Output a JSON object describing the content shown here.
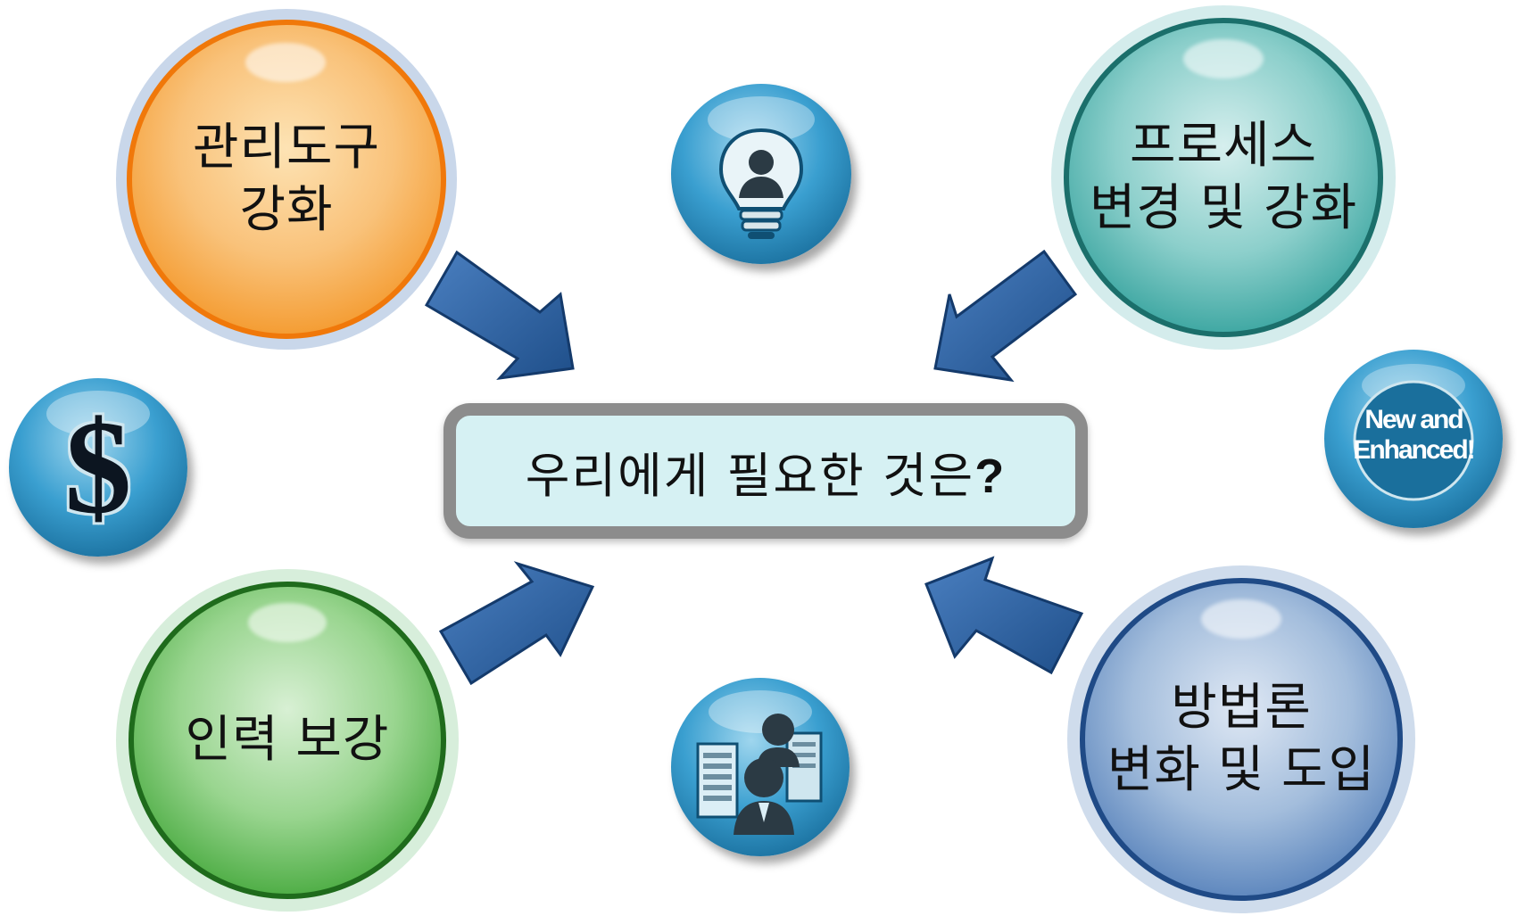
{
  "center": {
    "text": "우리에게 필요한 것은",
    "mark": "?"
  },
  "bubbles": {
    "tools": {
      "line1": "관리도구",
      "line2": "강화"
    },
    "process": {
      "line1": "프로세스",
      "line2": "변경 및 강화"
    },
    "staff": {
      "line1": "인력 보강"
    },
    "method": {
      "line1": "방법론",
      "line2": "변화 및 도입"
    }
  },
  "icons": {
    "dollar": {
      "glyph": "$"
    },
    "new": {
      "line1": "New and",
      "line2": "Enhanced!"
    },
    "names": [
      "lightbulb-person-icon",
      "dollar-icon",
      "new-and-enhanced-badge-icon",
      "people-server-icon"
    ]
  },
  "colors": {
    "tools": "#f49a2e",
    "process": "#2e9e9a",
    "staff": "#3d9e3a",
    "method": "#2f5f9f",
    "arrow": "#2a5a97",
    "box_border": "#8c8c8c",
    "box_fill": "#d6f1f3",
    "icon_ball": "#1e7fb0"
  }
}
